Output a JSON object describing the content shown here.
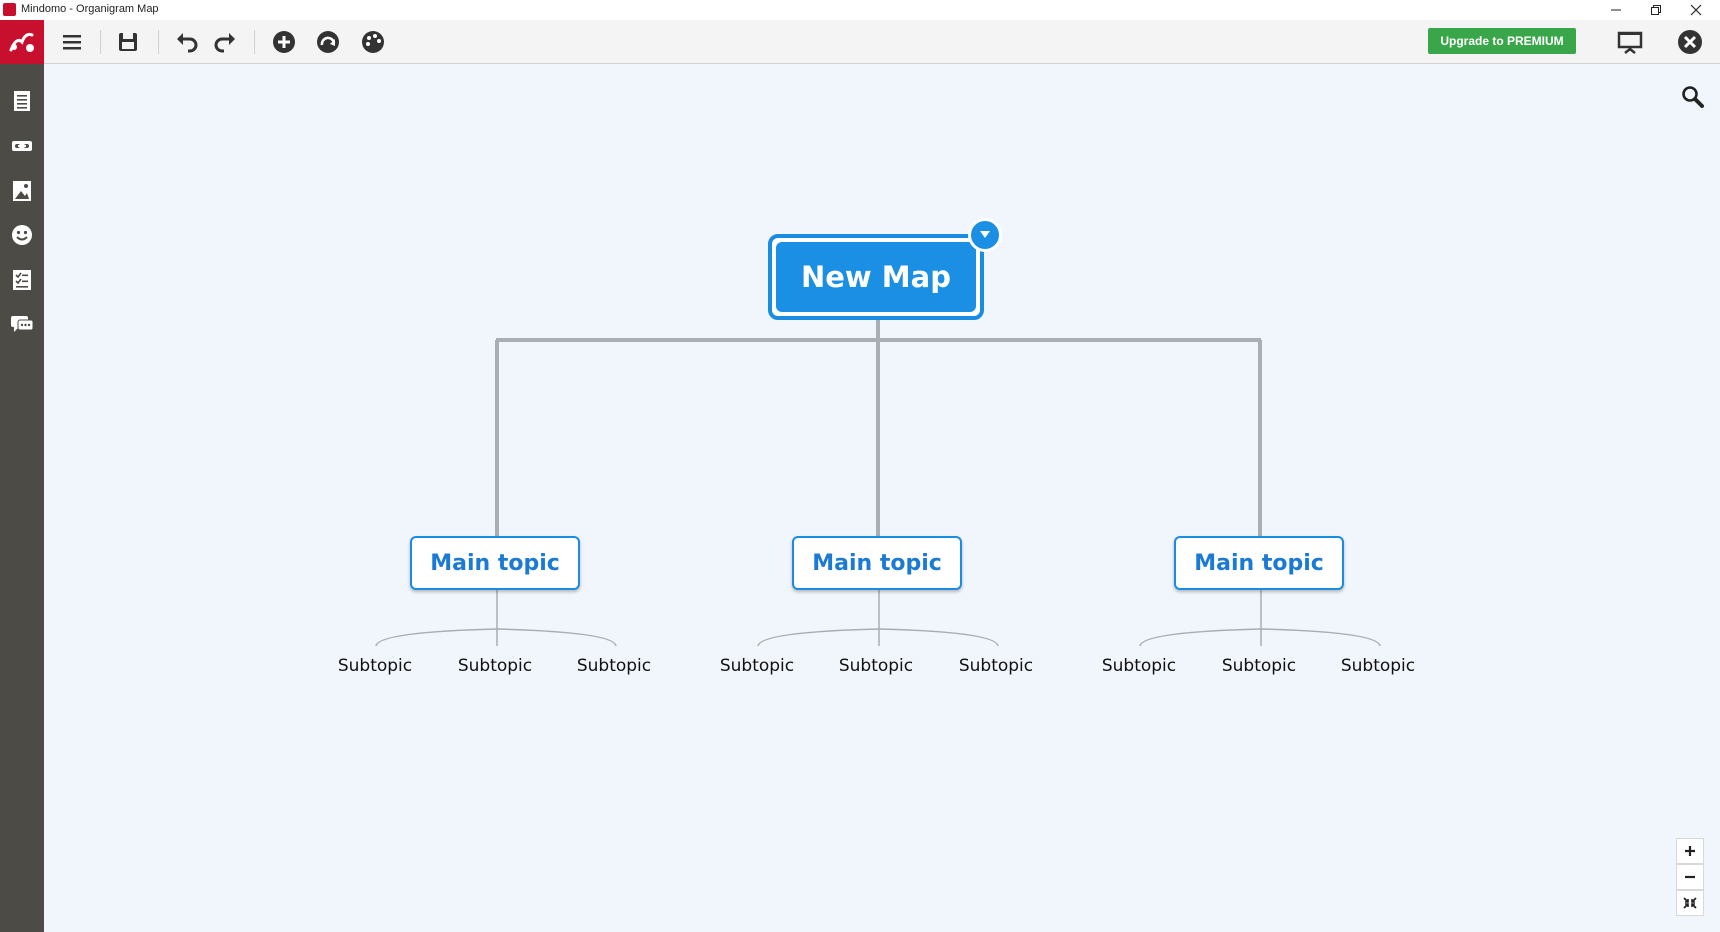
{
  "window": {
    "title": "Mindomo - Organigram Map"
  },
  "toolbar": {
    "upgrade_label": "Upgrade to PREMIUM"
  },
  "map": {
    "central": "New Map",
    "main_topics": [
      {
        "label": "Main topic",
        "subtopics": [
          "Subtopic",
          "Subtopic",
          "Subtopic"
        ]
      },
      {
        "label": "Main topic",
        "subtopics": [
          "Subtopic",
          "Subtopic",
          "Subtopic"
        ]
      },
      {
        "label": "Main topic",
        "subtopics": [
          "Subtopic",
          "Subtopic",
          "Subtopic"
        ]
      }
    ]
  },
  "colors": {
    "accent": "#1b8fe4",
    "brand": "#c8102e",
    "premium": "#3aa64a",
    "sidebar": "#4d4b45",
    "canvas": "#f1f5fc"
  },
  "icons": {
    "toolbar": [
      "menu-icon",
      "save-icon",
      "undo-icon",
      "redo-icon",
      "add-topic-icon",
      "add-relationship-icon",
      "theme-icon",
      "present-icon",
      "close-map-icon"
    ],
    "sidebar": [
      "notes-icon",
      "link-icon",
      "image-icon",
      "emoji-icon",
      "task-icon",
      "comments-icon"
    ]
  }
}
